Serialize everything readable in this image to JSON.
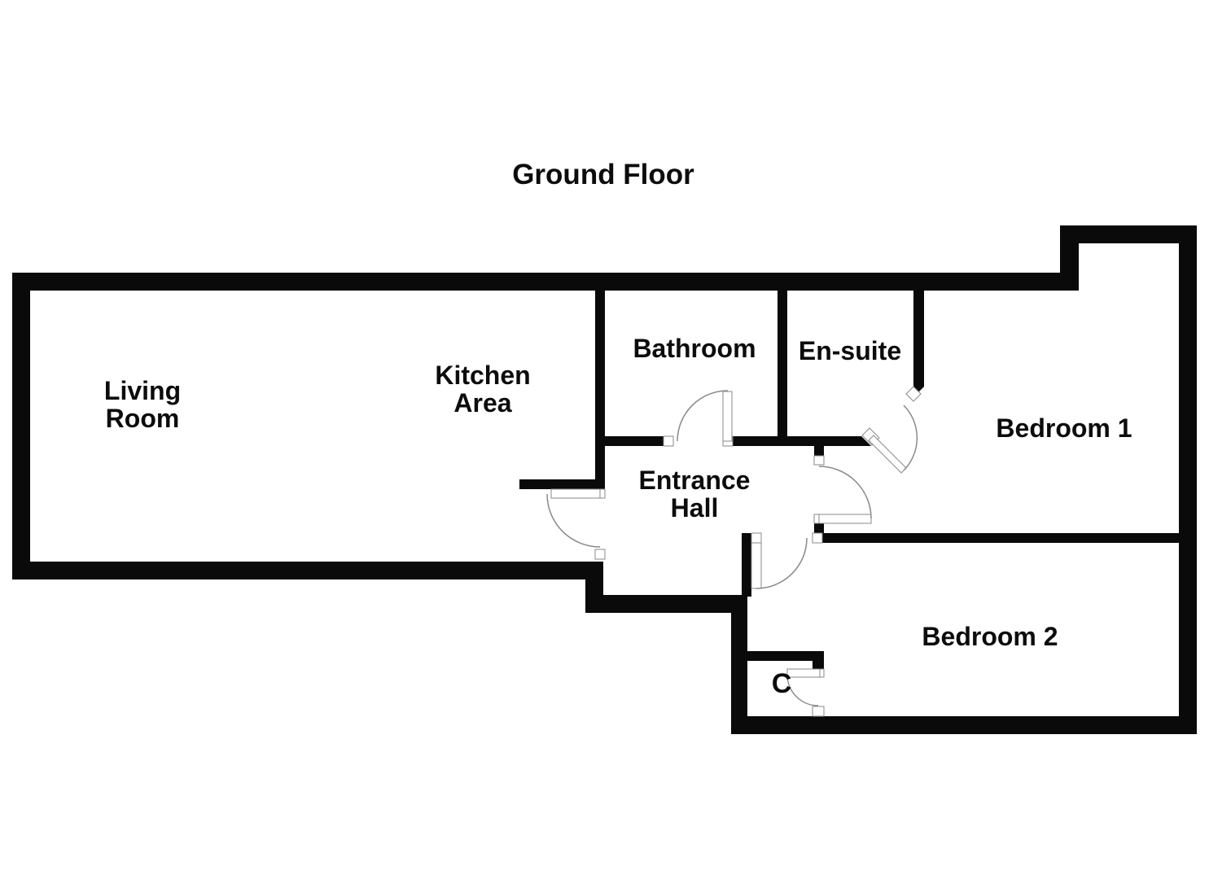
{
  "title": "Ground Floor",
  "colors": {
    "bg": "#ffffff",
    "wall": "#0a0a0a",
    "line": "#8a8a8a",
    "text": "#0c0c0c"
  },
  "rooms": [
    {
      "id": "living-room",
      "label": "Living\nRoom"
    },
    {
      "id": "kitchen-area",
      "label": "Kitchen\nArea"
    },
    {
      "id": "bathroom",
      "label": "Bathroom"
    },
    {
      "id": "en-suite",
      "label": "En-suite"
    },
    {
      "id": "bedroom-1",
      "label": "Bedroom 1"
    },
    {
      "id": "entrance-hall",
      "label": "Entrance\nHall"
    },
    {
      "id": "bedroom-2",
      "label": "Bedroom 2"
    },
    {
      "id": "cupboard",
      "label": "C"
    }
  ]
}
